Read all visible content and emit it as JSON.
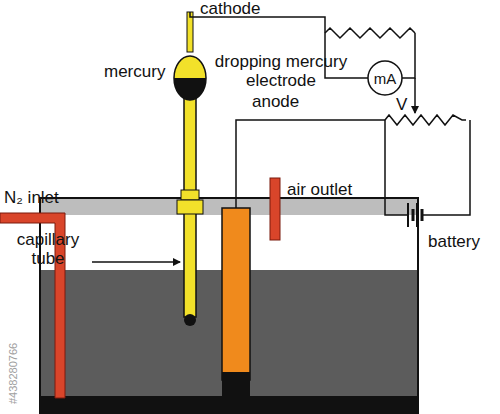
{
  "diagram": {
    "labels": [
      "cathode",
      "mercury",
      "dropping mercury electrode",
      "anode",
      "N₂ inlet",
      "air outlet",
      "capillary tube",
      "mA",
      "V",
      "battery",
      "#438280766"
    ]
  }
}
